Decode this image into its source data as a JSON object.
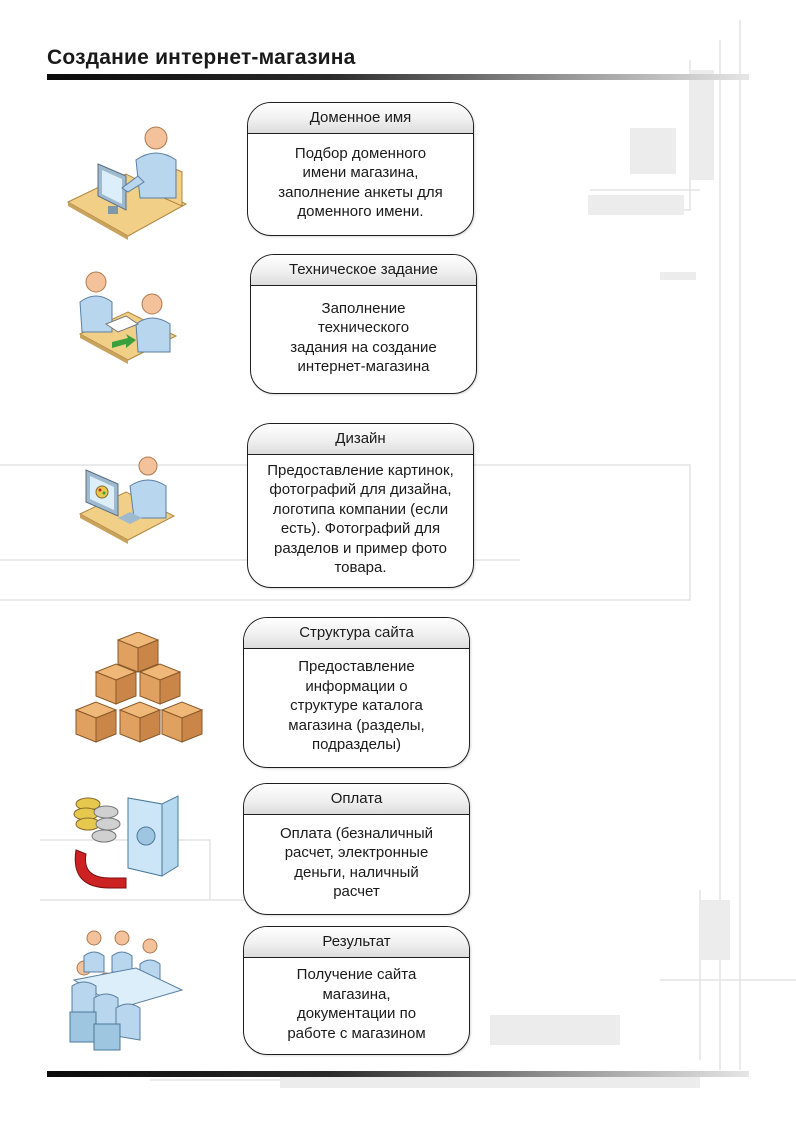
{
  "page": {
    "title": "Создание интернет-магазина"
  },
  "steps": [
    {
      "id": "domain",
      "icon": "workstation-person-icon",
      "title": "Доменное имя",
      "text": "Подбор доменного\nимени магазина,\nзаполнение анкеты для\nдоменного имени."
    },
    {
      "id": "spec",
      "icon": "document-handover-icon",
      "title": "Техническое задание",
      "text": "Заполнение\nтехнического\nзадания на создание\nинтернет-магазина"
    },
    {
      "id": "design",
      "icon": "designer-monitor-icon",
      "title": "Дизайн",
      "text": "Предоставление картинок,\nфотографий для дизайна,\nлоготипа компании  (если\nесть). Фотографий для\nразделов и пример фото\nтовара."
    },
    {
      "id": "structure",
      "icon": "stacked-boxes-icon",
      "title": "Структура сайта",
      "text": "Предоставление\nинформации о\nструктуре каталога\nмагазина (разделы,\nподразделы)"
    },
    {
      "id": "payment",
      "icon": "coins-safe-icon",
      "title": "Оплата",
      "text": "Оплата (безналичный\nрасчет, электронные\nденьги, наличный\nрасчет"
    },
    {
      "id": "result",
      "icon": "meeting-table-icon",
      "title": "Результат",
      "text": "Получение сайта\nмагазина,\nдокументации по\nработе с магазином"
    }
  ],
  "colors": {
    "person": "#b8d6ee",
    "skin": "#f3c19a",
    "desk": "#f2cf87",
    "box": "#e0a060",
    "coin_gold": "#e6c84f",
    "coin_silver": "#d0d0d0",
    "safe": "#b3d8f0",
    "arrow": "#cc2222",
    "accent_green": "#39a03c"
  }
}
